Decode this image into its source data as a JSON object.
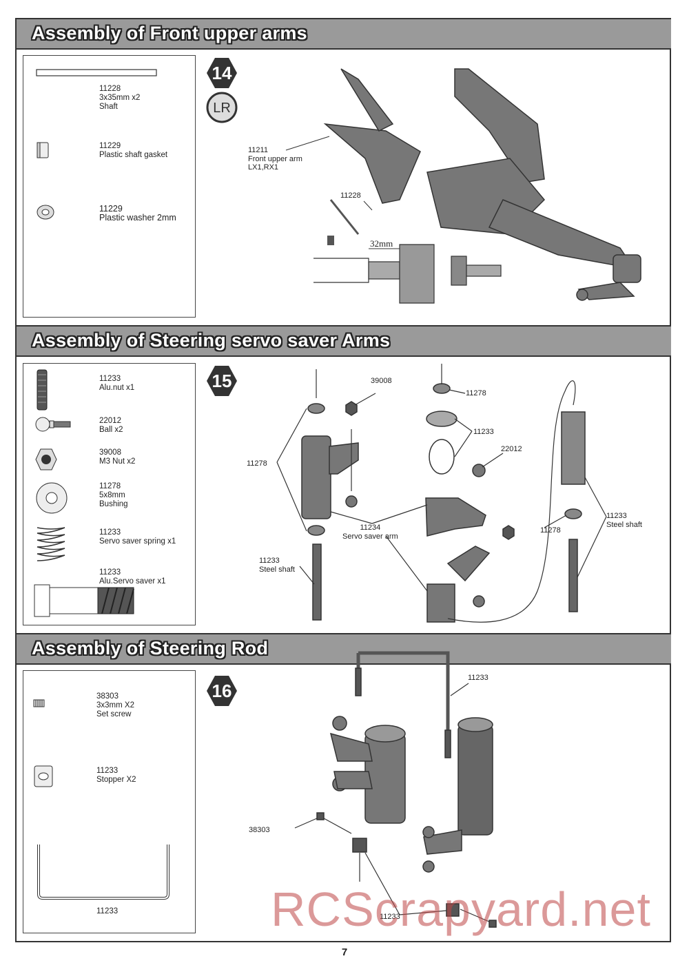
{
  "sections": [
    {
      "title": "Assembly of Front upper arms",
      "step": "14",
      "lr_badge": "LR",
      "parts": [
        {
          "text": "11228\n3x35mm x2\nShaft",
          "icon": "shaft-icon"
        },
        {
          "text": "11229\nPlastic shaft gasket",
          "icon": "gasket-icon"
        },
        {
          "text": "11229\nPlastic washer 2mm",
          "icon": "washer-icon"
        }
      ],
      "callouts": [
        "11211\nFront upper arm\nLX1,RX1",
        "11228",
        "32mm"
      ]
    },
    {
      "title": "Assembly of Steering servo saver Arms",
      "step": "15",
      "parts": [
        {
          "text": "11233\nAlu.nut x1",
          "icon": "alu-nut-icon"
        },
        {
          "text": "22012\nBall x2",
          "icon": "ball-icon"
        },
        {
          "text": "39008\nM3 Nut x2",
          "icon": "nut-icon"
        },
        {
          "text": "11278\n5x8mm\nBushing",
          "icon": "bushing-icon"
        },
        {
          "text": "11233\nServo saver spring x1",
          "icon": "spring-icon"
        },
        {
          "text": "11233\nAlu.Servo saver x1",
          "icon": "servo-saver-icon"
        }
      ],
      "callouts": [
        "39008",
        "11278",
        "11278",
        "11233",
        "22012",
        "11234\nServo saver arm",
        "11278",
        "11233\nSteel shaft",
        "11233\nSteel shaft"
      ]
    },
    {
      "title": "Assembly of Steering Rod",
      "step": "16",
      "parts": [
        {
          "text": "38303\n3x3mm X2\nSet screw",
          "icon": "set-screw-icon"
        },
        {
          "text": "11233\nStopper X2",
          "icon": "stopper-icon"
        },
        {
          "text": "11233",
          "icon": "steering-rod-icon"
        }
      ],
      "callouts": [
        "11233",
        "38303",
        "11233"
      ]
    }
  ],
  "page_number": "7",
  "watermark": "RCScrapyard.net"
}
